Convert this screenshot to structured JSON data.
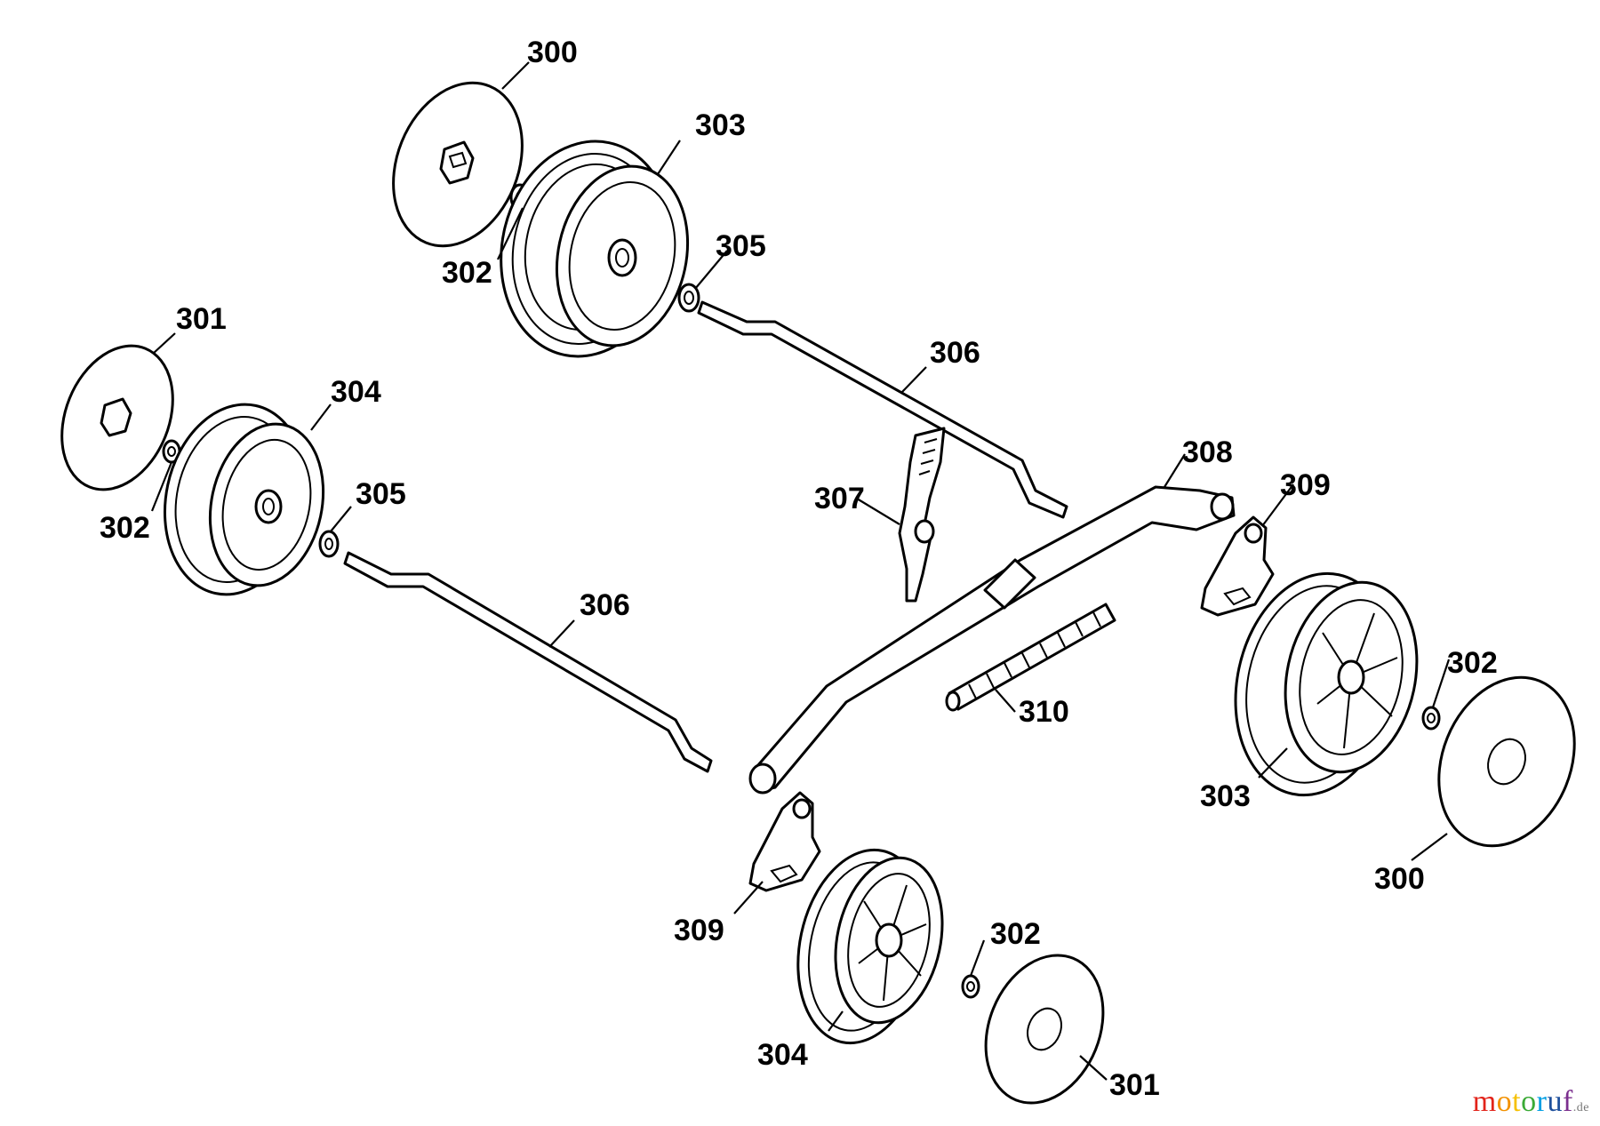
{
  "diagram": {
    "callouts": [
      {
        "id": "c1",
        "text": "300"
      },
      {
        "id": "c2",
        "text": "303"
      },
      {
        "id": "c3",
        "text": "305"
      },
      {
        "id": "c4",
        "text": "302"
      },
      {
        "id": "c5",
        "text": "301"
      },
      {
        "id": "c6",
        "text": "304"
      },
      {
        "id": "c7",
        "text": "306"
      },
      {
        "id": "c8",
        "text": "302"
      },
      {
        "id": "c9",
        "text": "305"
      },
      {
        "id": "c10",
        "text": "307"
      },
      {
        "id": "c11",
        "text": "308"
      },
      {
        "id": "c12",
        "text": "309"
      },
      {
        "id": "c13",
        "text": "306"
      },
      {
        "id": "c14",
        "text": "302"
      },
      {
        "id": "c15",
        "text": "310"
      },
      {
        "id": "c16",
        "text": "303"
      },
      {
        "id": "c17",
        "text": "300"
      },
      {
        "id": "c18",
        "text": "309"
      },
      {
        "id": "c19",
        "text": "302"
      },
      {
        "id": "c20",
        "text": "304"
      },
      {
        "id": "c21",
        "text": "301"
      }
    ]
  },
  "watermark": {
    "letters": [
      {
        "ch": "m",
        "color": "#e2231a"
      },
      {
        "ch": "o",
        "color": "#f39200"
      },
      {
        "ch": "t",
        "color": "#f6c000"
      },
      {
        "ch": "o",
        "color": "#3aaa35"
      },
      {
        "ch": "r",
        "color": "#009fe3"
      },
      {
        "ch": "u",
        "color": "#1d4f9c"
      },
      {
        "ch": "f",
        "color": "#7b2f8e"
      }
    ],
    "tld": ".de"
  }
}
